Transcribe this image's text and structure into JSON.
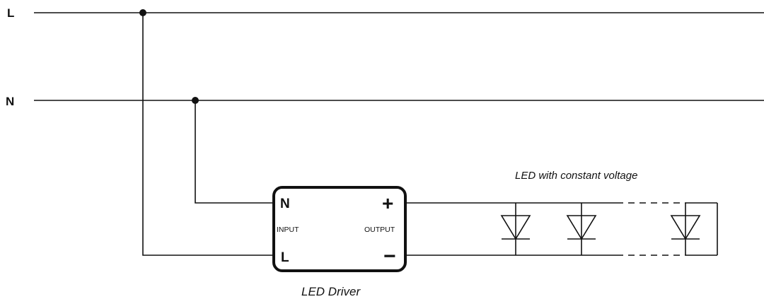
{
  "rails": {
    "line_label": "L",
    "neutral_label": "N"
  },
  "driver": {
    "input_n": "N",
    "input_l": "L",
    "output_plus": "+",
    "output_minus": "−",
    "input_text": "INPUT",
    "output_text": "OUTPUT",
    "caption": "LED Driver"
  },
  "leds": {
    "caption": "LED with constant voltage",
    "count_shown": 3
  },
  "colors": {
    "line": "#111111",
    "background": "#ffffff"
  }
}
